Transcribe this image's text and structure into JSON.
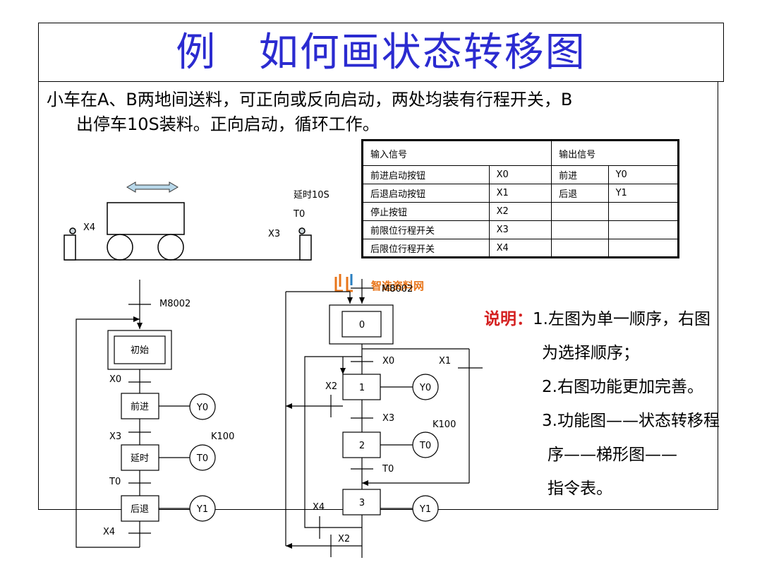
{
  "title": "例   如何画状态转移图",
  "description": {
    "line1": "小车在A、B两地间送料，可正向或反向启动，两处均装有行程开关，B",
    "line2": "出停车10S装料。正向启动，循环工作。"
  },
  "io_table": {
    "input_header": "输入信号",
    "output_header": "输出信号",
    "inputs": [
      {
        "name": "前进启动按钮",
        "addr": "X0"
      },
      {
        "name": "后退启动按钮",
        "addr": "X1"
      },
      {
        "name": "停止按钮",
        "addr": "X2"
      },
      {
        "name": "前限位行程开关",
        "addr": "X3"
      },
      {
        "name": "后限位行程开关",
        "addr": "X4"
      }
    ],
    "outputs": [
      {
        "name": "前进",
        "addr": "Y0"
      },
      {
        "name": "后退",
        "addr": "Y1"
      }
    ]
  },
  "cart": {
    "left_switch": "X4",
    "right_switch": "X3",
    "delay_label": "延时10S",
    "timer_label": "T0"
  },
  "watermark": "智造资料网",
  "left_sfc": {
    "init_signal": "M8002",
    "initial_step": "初始",
    "steps": [
      {
        "label": "前进",
        "output": "Y0"
      },
      {
        "label": "延时",
        "output": "T0"
      },
      {
        "label": "后退",
        "output": "Y1"
      }
    ],
    "transitions": [
      "X0",
      "X3",
      "T0",
      "X4"
    ],
    "timer_constant": "K100"
  },
  "right_sfc": {
    "init_signal": "M8002",
    "initial_step": "0",
    "steps": [
      {
        "label": "1",
        "output": "Y0"
      },
      {
        "label": "2",
        "output": "T0"
      },
      {
        "label": "3",
        "output": "Y1"
      }
    ],
    "transitions": {
      "t0": "X0",
      "t1": "X1",
      "t2": "X2",
      "t3": "X3",
      "t4": "T0",
      "t5": "X4",
      "t6": "X2"
    },
    "timer_constant": "K100"
  },
  "notes": {
    "heading": "说明：",
    "items": [
      "1.左图为单一顺序，右图",
      "为选择顺序；",
      "2.右图功能更加完善。",
      "3.功能图——状态转移程",
      "序——梯形图——",
      "指令表。"
    ]
  },
  "colors": {
    "title": "#2b2bd0",
    "note_heading": "#d42020",
    "arrow_fill": "#b8d8ea",
    "watermark_orange": "#e8751a",
    "watermark_blue": "#2a7fc1"
  }
}
